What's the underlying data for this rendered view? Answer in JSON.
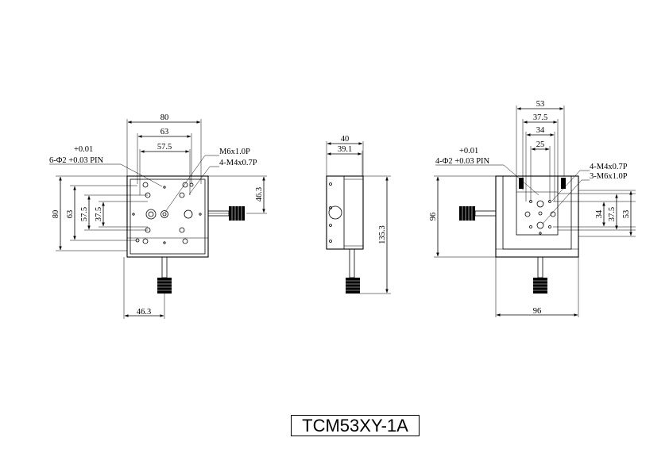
{
  "title": "TCM53XY-1A",
  "left_view": {
    "dims": {
      "w80": "80",
      "w63": "63",
      "w57_5": "57.5",
      "h80": "80",
      "h63": "63",
      "h57_5": "57.5",
      "h37_5": "37.5",
      "h46_3": "46.3",
      "bottom46_3": "46.3"
    },
    "tol_plus": "+0.01",
    "pin_note": "6-Φ2 +0.03 PIN",
    "note_m6": "M6x1.0P",
    "note_m4": "4-M4x0.7P"
  },
  "middle_view": {
    "dims": {
      "w40": "40",
      "w39_1": "39.1",
      "h135_3": "135.3"
    }
  },
  "right_view": {
    "dims": {
      "w53": "53",
      "w37_5": "37.5",
      "w34": "34",
      "w25": "25",
      "h96": "96",
      "bottom96": "96",
      "r34": "34",
      "r37_5": "37.5",
      "r53": "53"
    },
    "tol_plus": "+0.01",
    "pin_note": "4-Φ2 +0.03 PIN",
    "note_m4": "4-M4x0.7P",
    "note_m6": "3-M6x1.0P"
  }
}
